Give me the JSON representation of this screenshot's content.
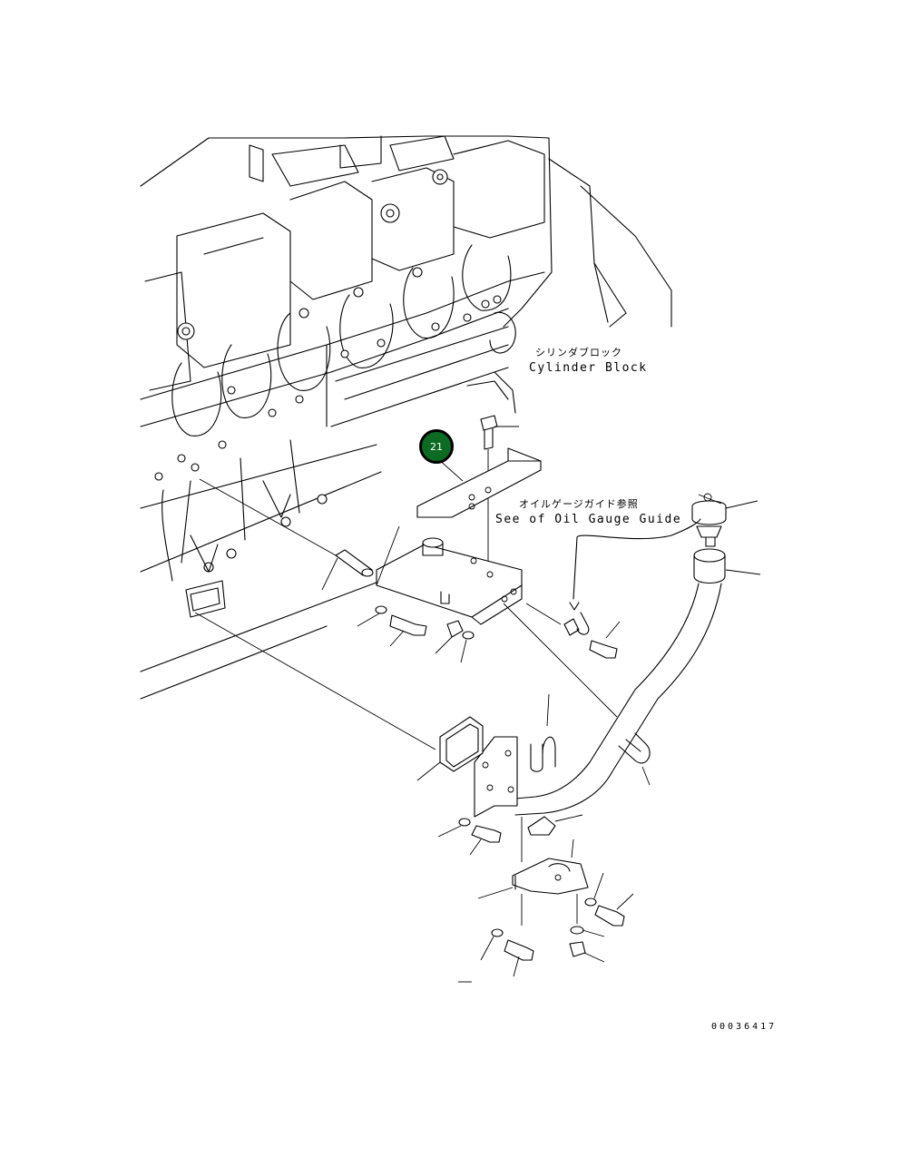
{
  "labels": {
    "cylinder_block_jp": "シリンダブロック",
    "cylinder_block_en": "Cylinder Block",
    "oil_gauge_jp": "オイルゲージガイド参照",
    "oil_gauge_en": "See of Oil Gauge Guide"
  },
  "callout": {
    "number": "21",
    "color": "#0c6b22"
  },
  "document_number": "00036417"
}
